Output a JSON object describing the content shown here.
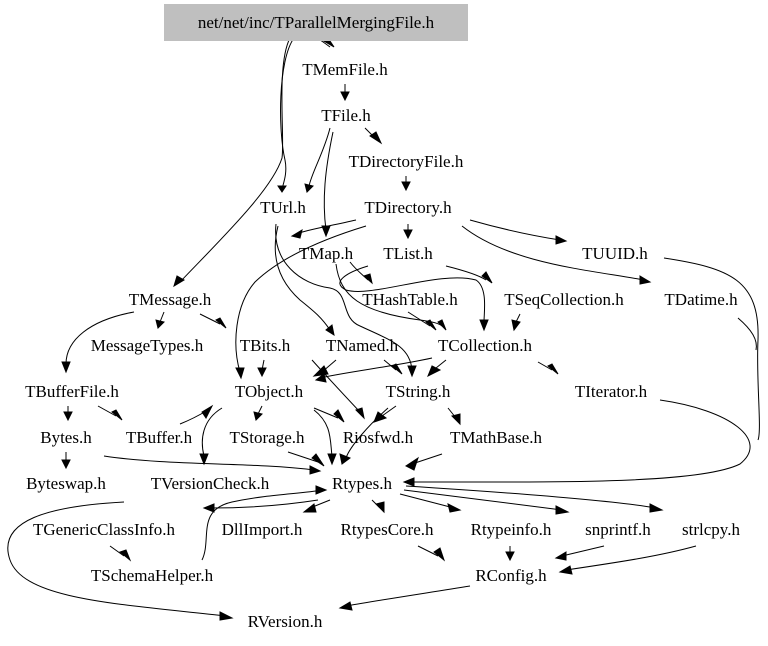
{
  "graph": {
    "root": "net/net/inc/TParallelMergingFile.h",
    "nodes": {
      "root": "net/net/inc/TParallelMergingFile.h",
      "tmemfile": "TMemFile.h",
      "tfile": "TFile.h",
      "tdirectoryfile": "TDirectoryFile.h",
      "turl": "TUrl.h",
      "tdirectory": "TDirectory.h",
      "tmap": "TMap.h",
      "tlist": "TList.h",
      "tuuid": "TUUID.h",
      "tmessage": "TMessage.h",
      "thashtable": "THashTable.h",
      "tseqcollection": "TSeqCollection.h",
      "tdatime": "TDatime.h",
      "messagetypes": "MessageTypes.h",
      "tbits": "TBits.h",
      "tnamed": "TNamed.h",
      "tcollection": "TCollection.h",
      "tbufferfile": "TBufferFile.h",
      "tobject": "TObject.h",
      "tstring": "TString.h",
      "titerator": "TIterator.h",
      "bytes": "Bytes.h",
      "tbuffer": "TBuffer.h",
      "tstorage": "TStorage.h",
      "riosfwd": "Riosfwd.h",
      "tmathbase": "TMathBase.h",
      "byteswap": "Byteswap.h",
      "tversioncheck": "TVersionCheck.h",
      "rtypes": "Rtypes.h",
      "tgenericclassinfo": "TGenericClassInfo.h",
      "dllimport": "DllImport.h",
      "rtypescore": "RtypesCore.h",
      "rtypeinfo": "Rtypeinfo.h",
      "snprintf": "snprintf.h",
      "strlcpy": "strlcpy.h",
      "tschemahelper": "TSchemaHelper.h",
      "rconfig": "RConfig.h",
      "rversion": "RVersion.h"
    }
  }
}
